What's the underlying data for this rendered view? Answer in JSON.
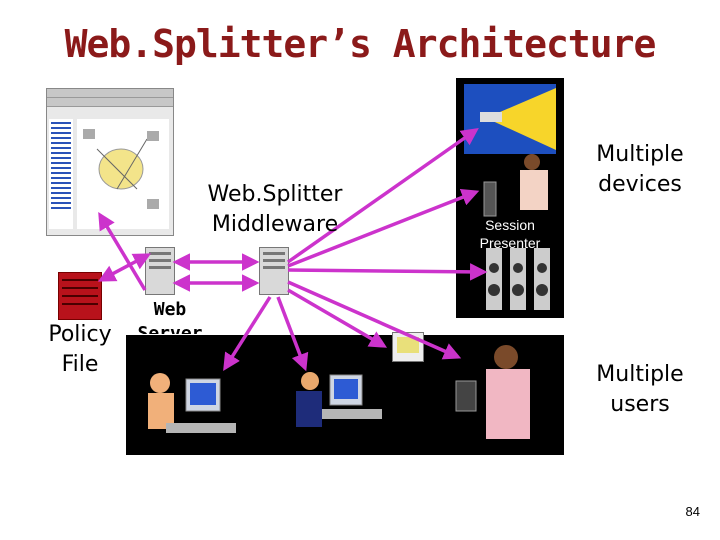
{
  "title": "Web.Splitter’s Architecture",
  "labels": {
    "middleware_line1": "Web.Splitter",
    "middleware_line2": "Middleware",
    "web_server_line1": "Web",
    "web_server_line2": "Server",
    "policy_line1": "Policy",
    "policy_line2": "File",
    "devices_line1": "Multiple",
    "devices_line2": "devices",
    "users_line1": "Multiple",
    "users_line2": "users",
    "session_line1": "Session",
    "session_line2": "Presenter"
  },
  "page_number": "84",
  "colors": {
    "title": "#8b1a1a",
    "arrows": "#cc33cc",
    "policy_file": "#b8121b",
    "panel": "#000000"
  }
}
